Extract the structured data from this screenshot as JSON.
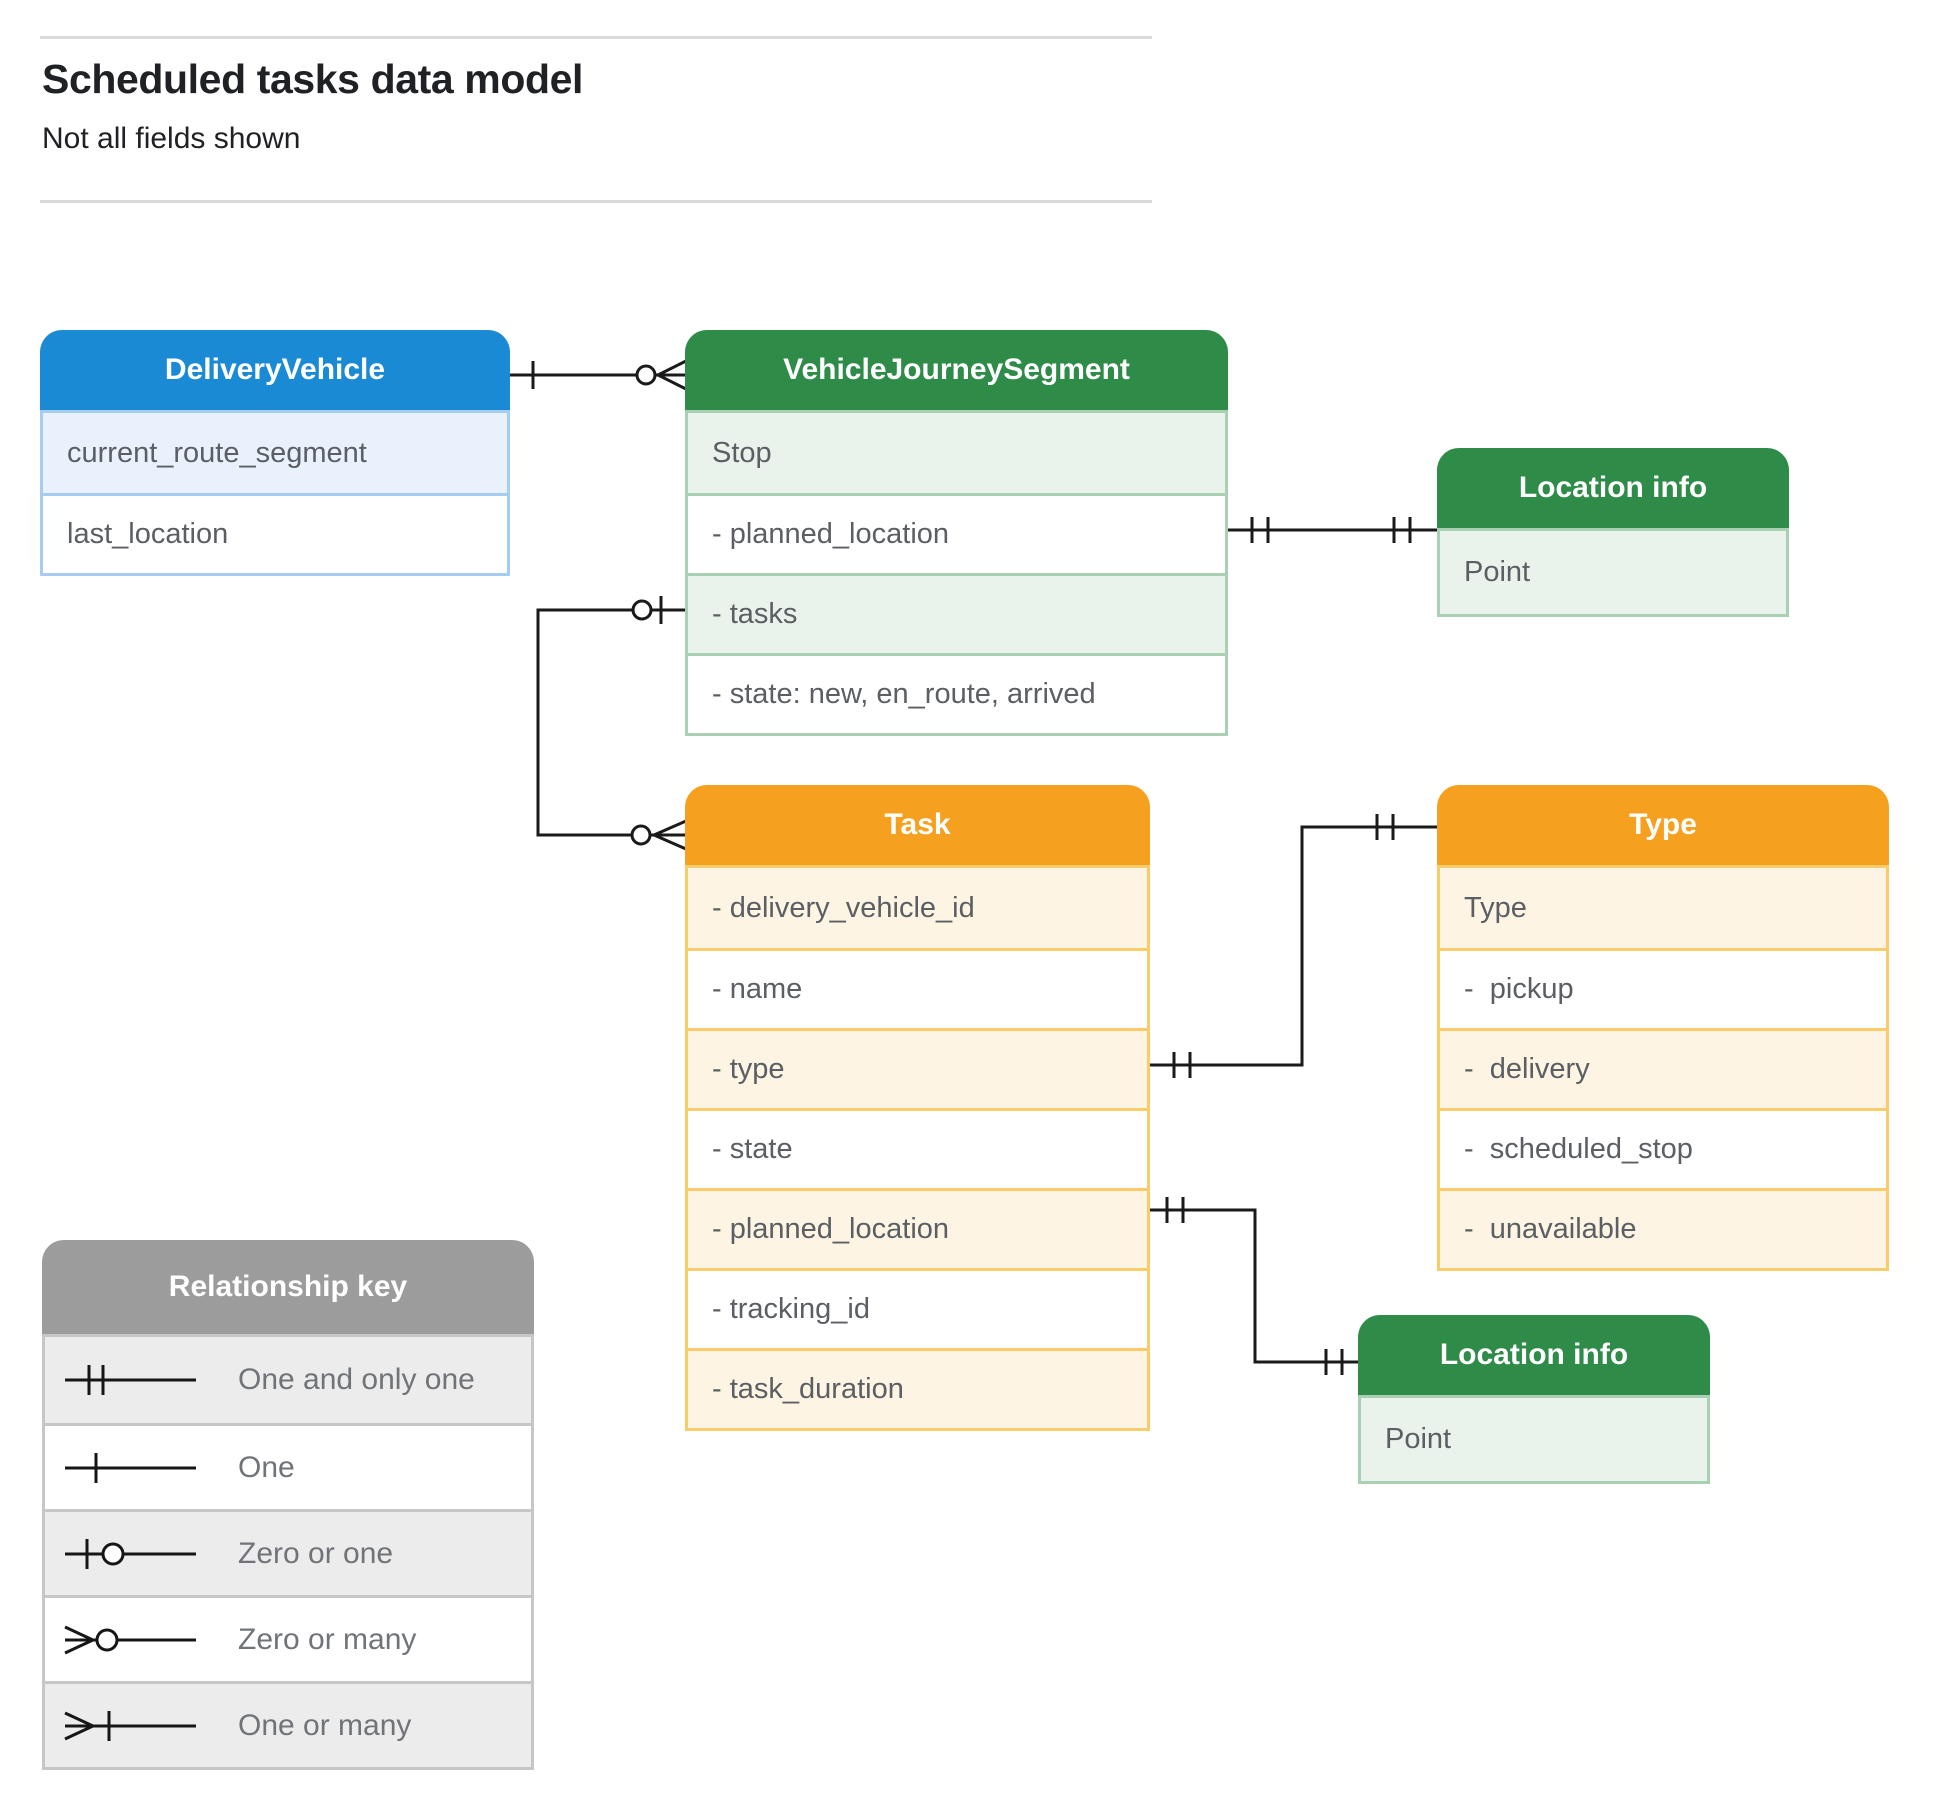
{
  "page": {
    "title": "Scheduled tasks data model",
    "subtitle": "Not all fields shown"
  },
  "colors": {
    "blue_header": "#1b8ad4",
    "green_header": "#2e8b48",
    "orange_header": "#f5a11f",
    "gray_header": "#9c9c9c",
    "connector": "#1a1a1a"
  },
  "entities": [
    {
      "id": "delivery-vehicle",
      "title": "DeliveryVehicle",
      "theme": "blue",
      "rows": [
        "current_route_segment",
        "last_location"
      ]
    },
    {
      "id": "vehicle-journey-segment",
      "title": "VehicleJourneySegment",
      "theme": "green",
      "rows": [
        "Stop",
        "- planned_location",
        "- tasks",
        "- state: new, en_route, arrived"
      ]
    },
    {
      "id": "location-info-top",
      "title": "Location info",
      "theme": "green",
      "rows": [
        "Point"
      ]
    },
    {
      "id": "task",
      "title": "Task",
      "theme": "orange",
      "rows": [
        "- delivery_vehicle_id",
        "- name",
        "- type",
        "- state",
        "- planned_location",
        "- tracking_id",
        "- task_duration"
      ]
    },
    {
      "id": "type",
      "title": "Type",
      "theme": "orange",
      "rows": [
        "Type",
        "-  pickup",
        "-  delivery",
        "-  scheduled_stop",
        "-  unavailable"
      ]
    },
    {
      "id": "location-info-bottom",
      "title": "Location info",
      "theme": "green",
      "rows": [
        "Point"
      ]
    }
  ],
  "relationships": [
    {
      "from": "DeliveryVehicle",
      "to": "VehicleJourneySegment",
      "from_cardinality": "One",
      "to_cardinality": "Zero or many"
    },
    {
      "from": "VehicleJourneySegment.tasks",
      "to": "Task",
      "from_cardinality": "Zero or one",
      "to_cardinality": "Zero or many"
    },
    {
      "from": "VehicleJourneySegment.planned_location",
      "to": "Location info",
      "from_cardinality": "One and only one",
      "to_cardinality": "One and only one"
    },
    {
      "from": "Task.type",
      "to": "Type",
      "from_cardinality": "One and only one",
      "to_cardinality": "One and only one"
    },
    {
      "from": "Task.planned_location",
      "to": "Location info",
      "from_cardinality": "One and only one",
      "to_cardinality": "One and only one"
    }
  ],
  "legend": {
    "title": "Relationship key",
    "items": [
      {
        "symbol": "one-and-only-one",
        "label": "One and only one"
      },
      {
        "symbol": "one",
        "label": "One"
      },
      {
        "symbol": "zero-or-one",
        "label": "Zero or one"
      },
      {
        "symbol": "zero-or-many",
        "label": "Zero or many"
      },
      {
        "symbol": "one-or-many",
        "label": "One or many"
      }
    ]
  }
}
